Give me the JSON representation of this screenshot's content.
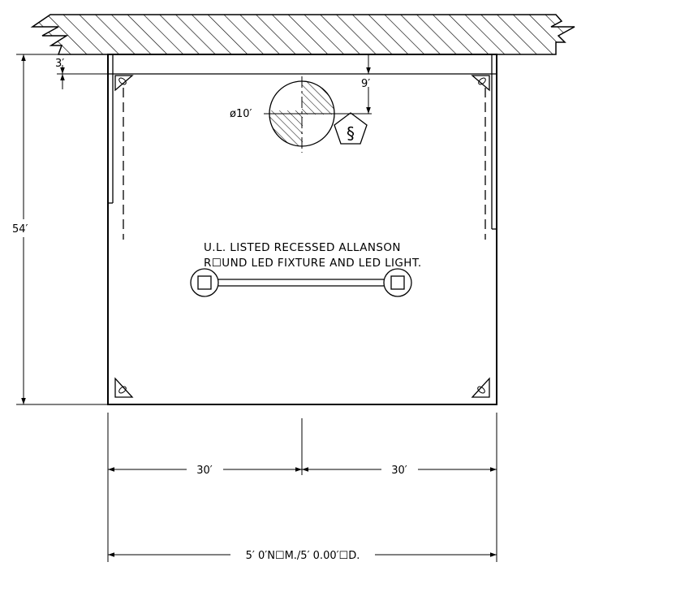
{
  "dimensions": {
    "top_offset": "3′",
    "light_offset": "9′",
    "light_diameter": "ø10′",
    "height": "54′",
    "left_half": "30′",
    "right_half": "30′",
    "overall_width": "5′ 0′N☐M./5′ 0.00′☐D."
  },
  "note": {
    "line1": "U.L. LISTED RECESSED ALLANSON",
    "line2": "R☐UND LED FIXTURE AND LED LIGHT."
  },
  "symbol": "§"
}
